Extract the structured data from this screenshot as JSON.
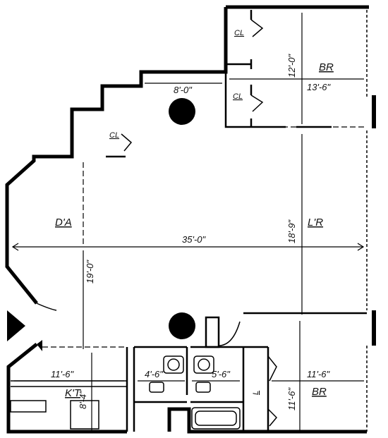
{
  "rooms": {
    "bedroom_top": "BR",
    "living_room": "L'R",
    "dining_area": "D'A",
    "kitchen": "K'T",
    "bedroom_bottom": "BR",
    "closet_1": "CL",
    "closet_2": "CL",
    "closet_3": "CL",
    "linen_closet": "L"
  },
  "dimensions": {
    "br_top_depth": "12'-0\"",
    "br_top_width": "13'-6\"",
    "alcove_width": "8'-0\"",
    "overall_width": "35'-0\"",
    "lr_depth": "18'-9\"",
    "da_depth": "19'-0\"",
    "kitchen_width": "11'-6\"",
    "kitchen_depth": "8'-4\"",
    "bath1_width": "4'-6\"",
    "bath2_width": "5'-6\"",
    "br_bottom_depth": "11'-6\"",
    "br_bottom_width": "11'-6\""
  },
  "colors": {
    "wall": "#000000",
    "background": "#ffffff"
  }
}
